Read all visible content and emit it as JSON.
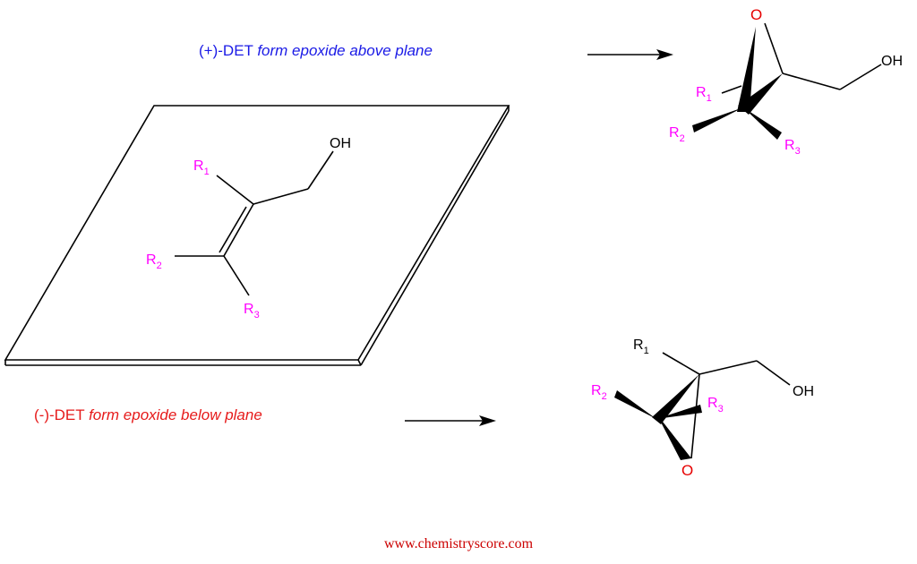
{
  "colors": {
    "plus_caption": "#1a1ae6",
    "minus_caption": "#e61a1a",
    "r_group": "#ff00ff",
    "oxygen": "#e60000",
    "ink": "#000000",
    "watermark": "#cc0000"
  },
  "captions": {
    "plus_prefix": "(+)-DET ",
    "plus_text": "form epoxide above plane",
    "minus_prefix": "(-)-DET ",
    "minus_text": "form epoxide below plane"
  },
  "substrate": {
    "oh": "OH",
    "r1": "R",
    "r1_sub": "1",
    "r2": "R",
    "r2_sub": "2",
    "r3": "R",
    "r3_sub": "3"
  },
  "product_top": {
    "o": "O",
    "oh": "OH",
    "r1": "R",
    "r1_sub": "1",
    "r2": "R",
    "r2_sub": "2",
    "r3": "R",
    "r3_sub": "3"
  },
  "product_bottom": {
    "o": "O",
    "oh": "OH",
    "r1": "R",
    "r1_sub": "1",
    "r2": "R",
    "r2_sub": "2",
    "r3": "R",
    "r3_sub": "3"
  },
  "watermark": "www.chemistryscore.com"
}
